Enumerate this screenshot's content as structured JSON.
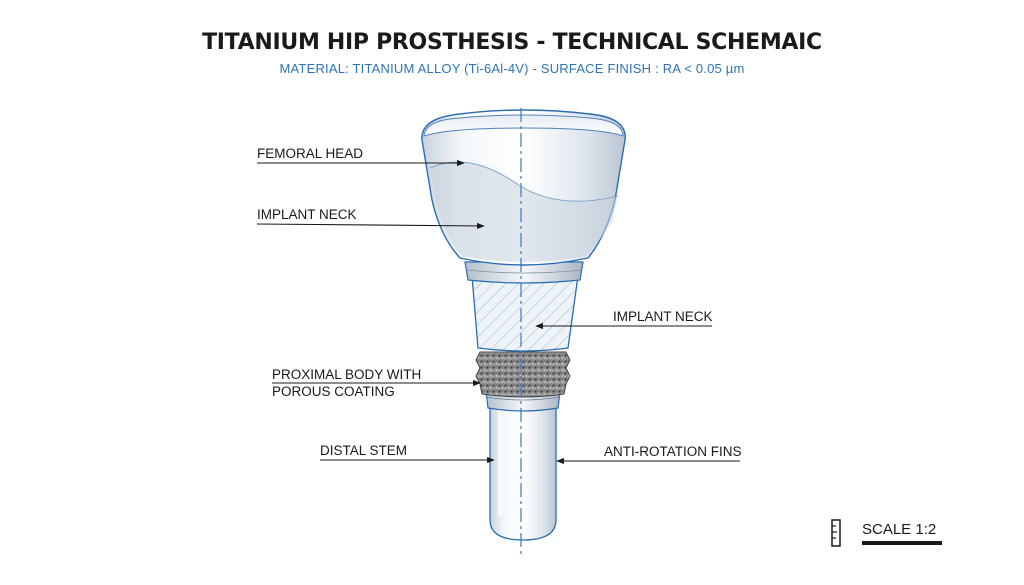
{
  "title": "TITANIUM HIP PROSTHESIS - TECHNICAL SCHEMAIC",
  "subtitle": "MATERIAL: TITANIUM ALLOY (Ti-6Al-4V) - SURFACE FINISH : RA < 0.05 µm",
  "callouts": {
    "femoral_head": "FEMORAL HEAD",
    "implant_neck_left": "IMPLANT NECK",
    "implant_neck_right": "IMPLANT NECK",
    "proximal_body_line1": "PROXIMAL BODY WITH",
    "proximal_body_line2": "POROUS COATING",
    "distal_stem": "DISTAL STEM",
    "anti_rotation_fins": "ANTI-ROTATION FINS"
  },
  "scale": {
    "label": "SCALE 1:2",
    "icon": "ruler-icon"
  },
  "colors": {
    "subtitle": "#2e74b5",
    "centerline": "#3a78c2",
    "outline": "#2b6cb0"
  }
}
